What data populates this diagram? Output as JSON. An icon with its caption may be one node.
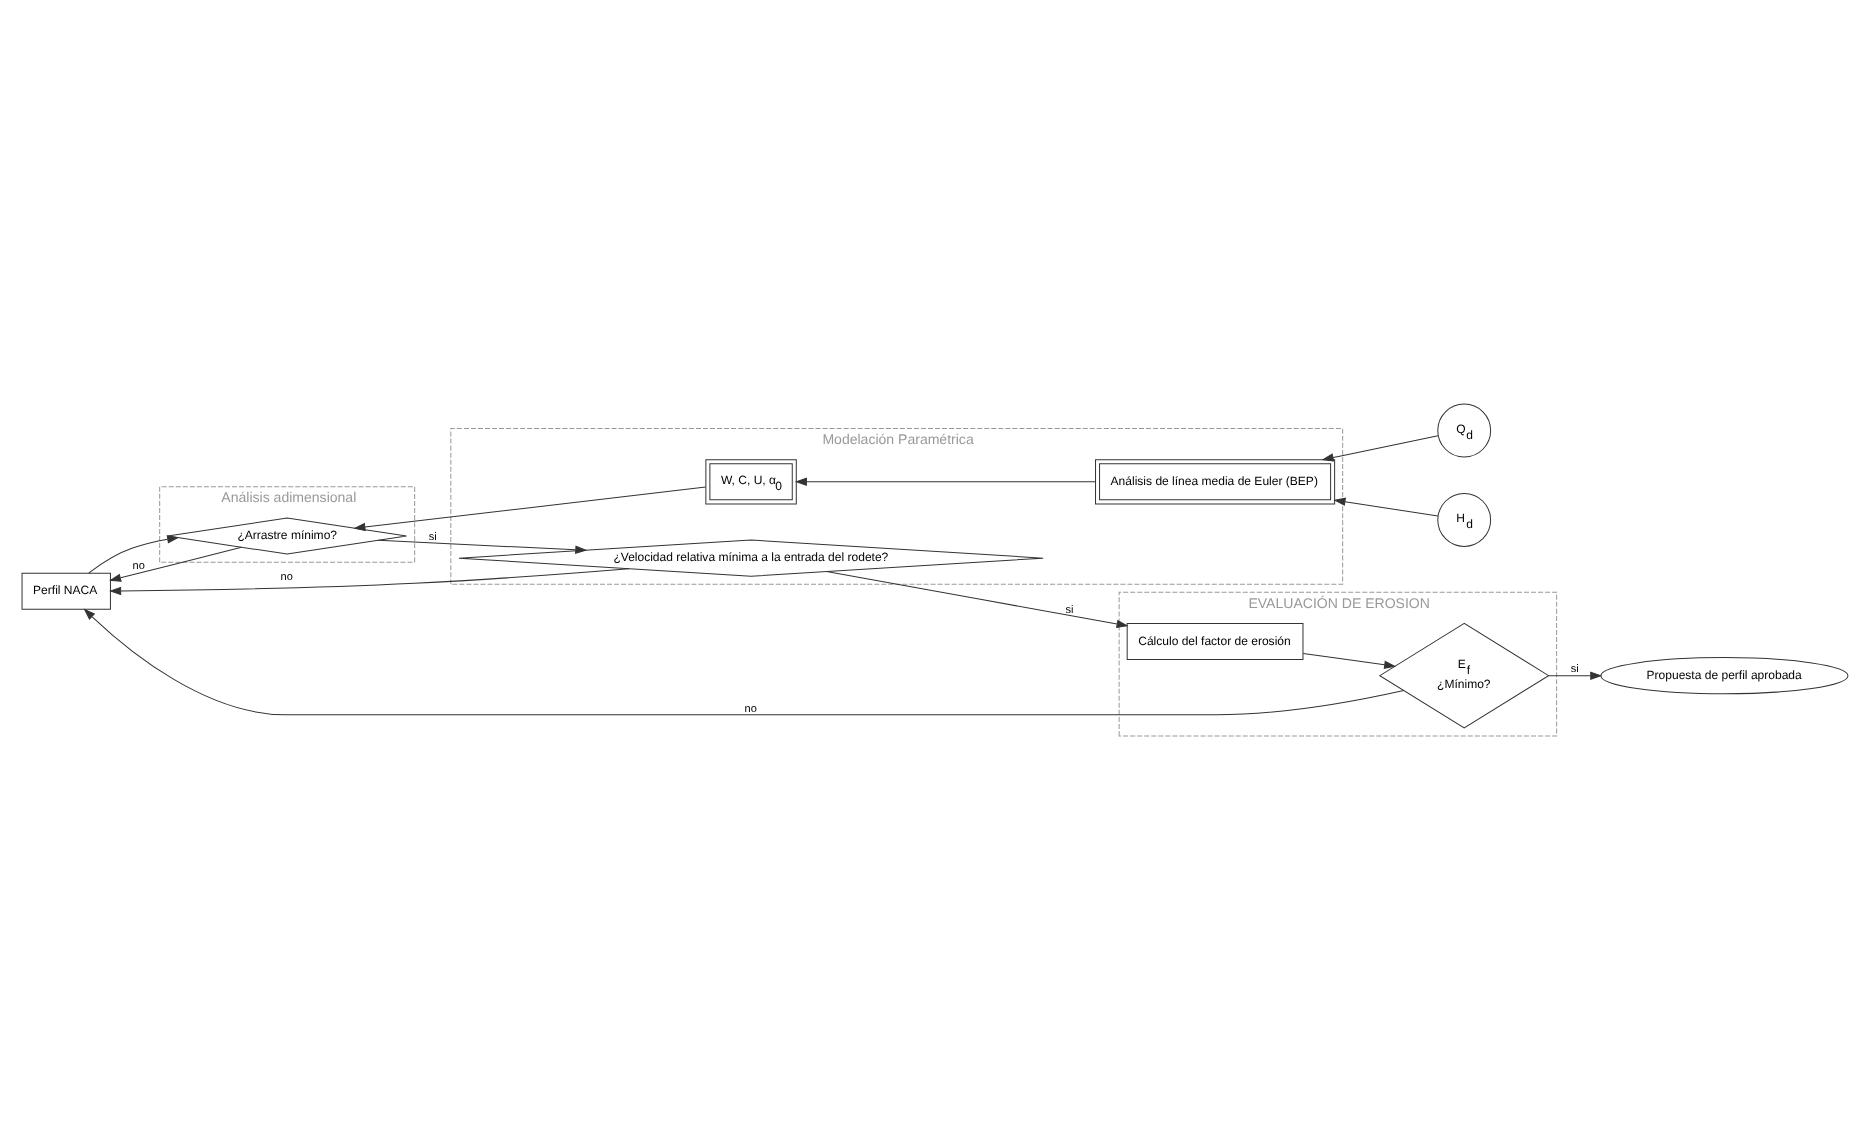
{
  "diagram": {
    "nodes": [
      {
        "text": [
          "Análisis adimensional"
        ]
      },
      {
        "text": [
          "Modelación Paramétrica"
        ]
      },
      {
        "text": [
          "EVALUACIÓN DE EROSION"
        ]
      },
      {
        "text": [
          "Perfil NACA"
        ]
      },
      {
        "text": [
          "¿Arrastre mínimo?"
        ],
        "in": 0
      },
      {
        "text": [
          "W, C, U, α$_{0}$"
        ],
        "in": 1
      },
      {
        "text": [
          "Análisis de línea media de Euler (BEP)"
        ],
        "in": 1
      },
      {
        "text": [
          "Q$_{d}$"
        ]
      },
      {
        "text": [
          "H$_{d}$"
        ]
      },
      {
        "text": [
          "¿Velocidad relativa mínima a la entrada del rodete?"
        ],
        "in": 1
      },
      {
        "text": [
          "Cálculo del factor de erosión"
        ],
        "in": 2
      },
      {
        "text": [
          "E$_{f}$",
          "¿Mínimo?"
        ],
        "in": 2
      },
      {
        "text": [
          "Propuesta de perfil aprobada"
        ]
      }
    ],
    "edges": [
      {
        "from": 7,
        "to": 6,
        "arrow": "to"
      },
      {
        "from": 8,
        "to": 6,
        "arrow": "to"
      },
      {
        "from": 6,
        "to": 5,
        "arrow": "to"
      },
      {
        "from": 5,
        "to": 4,
        "arrow": "to"
      },
      {
        "from": 3,
        "to": 4,
        "arrow": "to"
      },
      {
        "from": 4,
        "to": 9,
        "arrow": "to",
        "label": "si"
      },
      {
        "from": 9,
        "to": 10,
        "arrow": "to",
        "label": "si"
      },
      {
        "from": 10,
        "to": 11,
        "arrow": "to"
      },
      {
        "from": 11,
        "to": 12,
        "arrow": "to",
        "label": "si"
      },
      {
        "from": 11,
        "to": 3,
        "arrow": "to",
        "label": "no"
      },
      {
        "from": 9,
        "to": 3,
        "arrow": "to",
        "label": "no"
      },
      {
        "from": 4,
        "to": 3,
        "arrow": "to",
        "label": "no"
      }
    ]
  }
}
